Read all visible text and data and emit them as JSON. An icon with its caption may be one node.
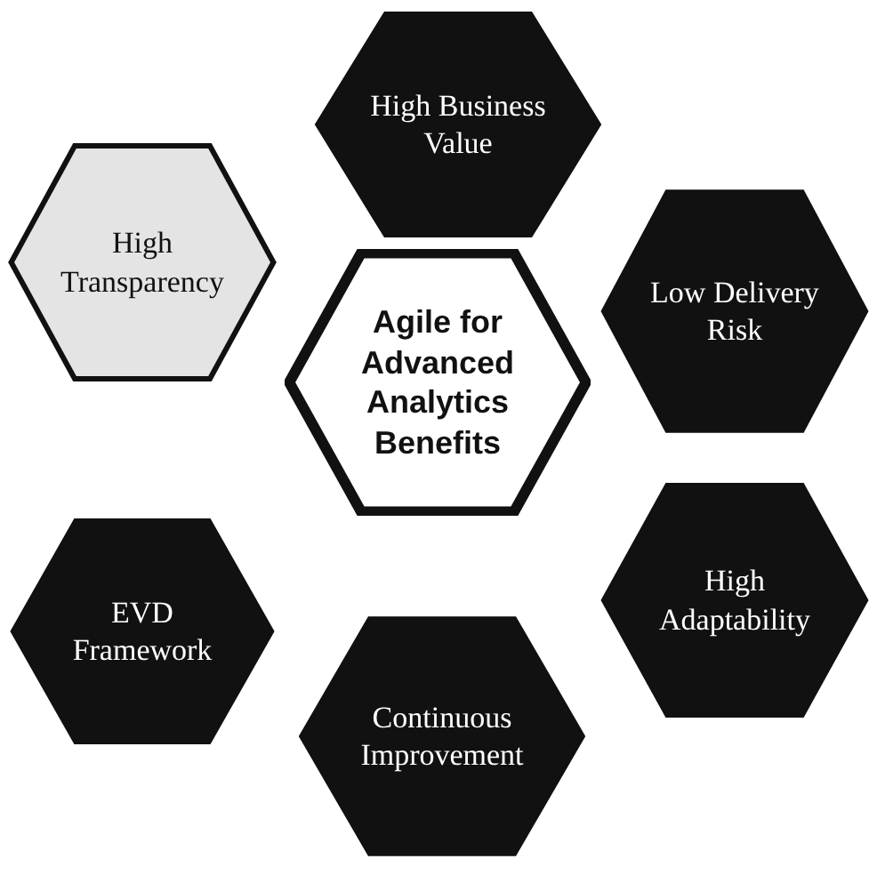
{
  "diagram": {
    "nodes": [
      {
        "text": [
          "High Business Value"
        ]
      },
      {
        "text": [
          "High Transparency"
        ]
      },
      {
        "text": [
          "Low Delivery Risk"
        ]
      },
      {
        "text": [
          "Agile for Advanced Analytics Benefits"
        ]
      },
      {
        "text": [
          "EVD Framework"
        ]
      },
      {
        "text": [
          "High Adaptability"
        ]
      },
      {
        "text": [
          "Continuous Improvement"
        ]
      }
    ]
  }
}
